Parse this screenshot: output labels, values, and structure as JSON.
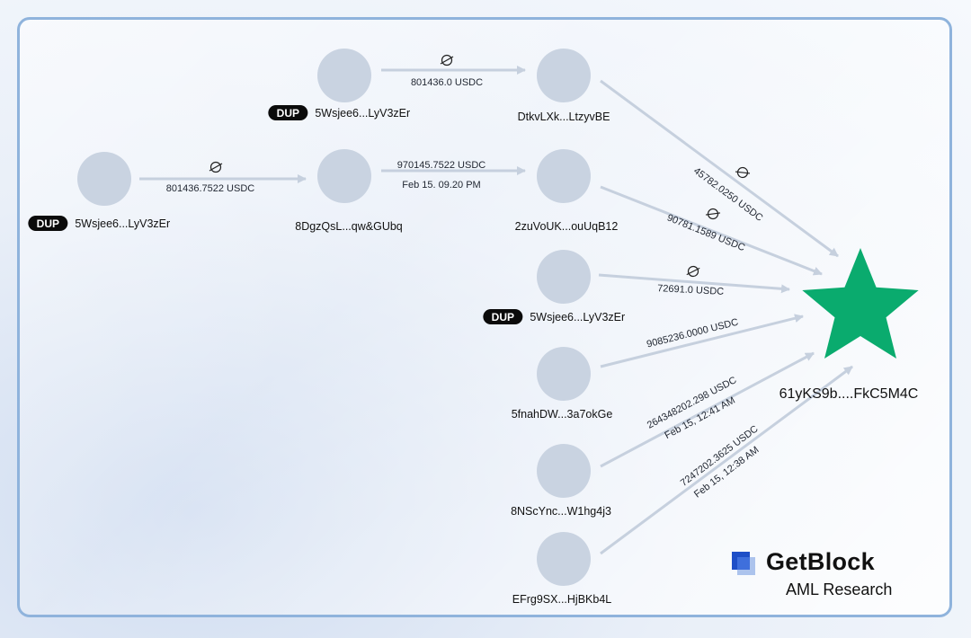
{
  "nodes": [
    {
      "id": "n_top_src",
      "label": "5Wsjee6...LyV3zEr",
      "dup": true
    },
    {
      "id": "n_dtkv",
      "label": "DtkvLXk...LtzyvBE",
      "dup": false
    },
    {
      "id": "n_left",
      "label": "5Wsjee6...LyV3zEr",
      "dup": true
    },
    {
      "id": "n_8dgz",
      "label": "8DgzQsL...qw&GUbq",
      "dup": false
    },
    {
      "id": "n_2zuv",
      "label": "2zuVoUK...ouUqB12",
      "dup": false
    },
    {
      "id": "n_mid",
      "label": "5Wsjee6...LyV3zEr",
      "dup": true
    },
    {
      "id": "n_5fna",
      "label": "5fnahDW...3a7okGe",
      "dup": false
    },
    {
      "id": "n_8nsc",
      "label": "8NScYnc...W1hg4j3",
      "dup": false
    },
    {
      "id": "n_efrg",
      "label": "EFrg9SX...HjBKb4L",
      "dup": false
    }
  ],
  "target": {
    "label": "61yKS9b....FkC5M4C",
    "color": "#0aab6e"
  },
  "dup_badge": "DUP",
  "edges": [
    {
      "from": "n_top_src",
      "to": "n_dtkv",
      "amount": "801436.0 USDC",
      "time": "",
      "icon": "null-icon"
    },
    {
      "from": "n_left",
      "to": "n_8dgz",
      "amount": "801436.7522 USDC",
      "time": "",
      "icon": "null-icon"
    },
    {
      "from": "n_8dgz",
      "to": "n_2zuv",
      "amount": "970145.7522 USDC",
      "time": "Feb 15. 09.20 PM",
      "icon": ""
    },
    {
      "from": "n_dtkv",
      "to": "target",
      "amount": "45782.0250 USDC",
      "time": "",
      "icon": "null-icon"
    },
    {
      "from": "n_2zuv",
      "to": "target",
      "amount": "90781.1589 USDC",
      "time": "",
      "icon": "null-icon"
    },
    {
      "from": "n_mid",
      "to": "target",
      "amount": "72691.0 USDC",
      "time": "",
      "icon": "null-icon"
    },
    {
      "from": "n_5fna",
      "to": "target",
      "amount": "9085236.0000 USDC",
      "time": "",
      "icon": ""
    },
    {
      "from": "n_8nsc",
      "to": "target",
      "amount": "264348202.298 USDC",
      "time": "Feb 15, 12:41 AM",
      "icon": ""
    },
    {
      "from": "n_efrg",
      "to": "target",
      "amount": "7247202.3625 USDC",
      "time": "Feb 15, 12:38 AM",
      "icon": ""
    }
  ],
  "brand": {
    "name": "GetBlock",
    "subtitle": "AML Research",
    "logo_color": "#1f4fc7"
  },
  "colors": {
    "node": "#c9d3e1",
    "edge": "#c6d0de",
    "frame": "#8fb3dc"
  }
}
